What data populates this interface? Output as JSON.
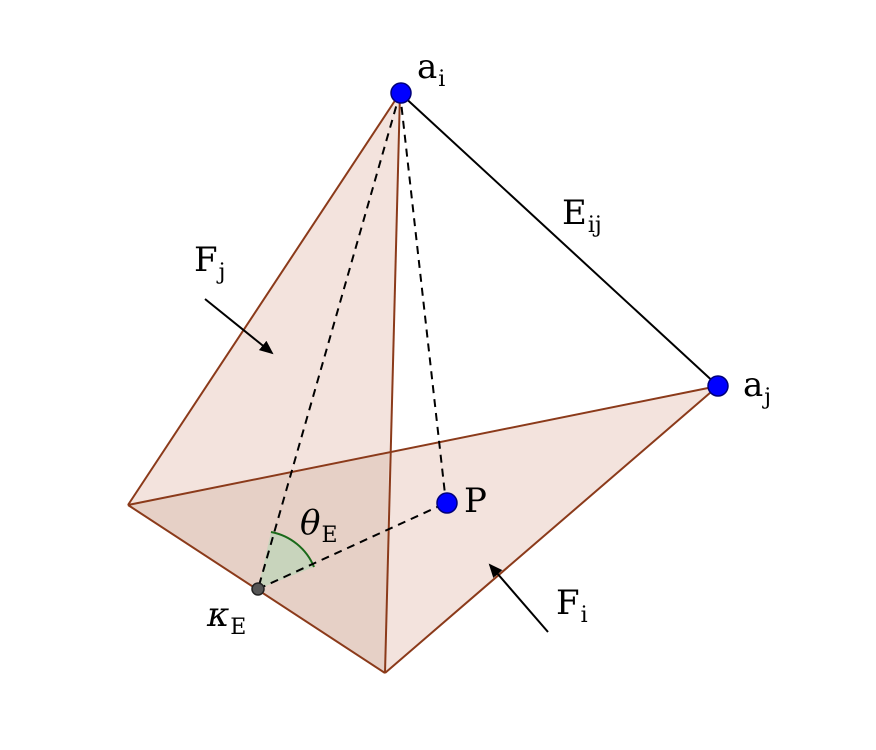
{
  "labels": {
    "vertex_ai": {
      "main": "a",
      "sub": "i"
    },
    "vertex_aj": {
      "main": "a",
      "sub": "j"
    },
    "edge_eij": {
      "main": "E",
      "sub": "ij"
    },
    "face_fj": {
      "main": "F",
      "sub": "j"
    },
    "face_fi": {
      "main": "F",
      "sub": "i"
    },
    "point_p": {
      "main": "P"
    },
    "angle_theta": {
      "main": "θ",
      "sub": "E"
    },
    "point_kappa": {
      "main": "κ",
      "sub": "E"
    }
  },
  "colors": {
    "face_fill": "#f3e3dd",
    "face_overlap": "#e8d3ca",
    "edge": "#8b3a1a",
    "point_fill": "#0000ff",
    "point_stroke": "#00007a",
    "angle_fill": "#c8d4bc",
    "angle_stroke": "#1a6a1a"
  }
}
